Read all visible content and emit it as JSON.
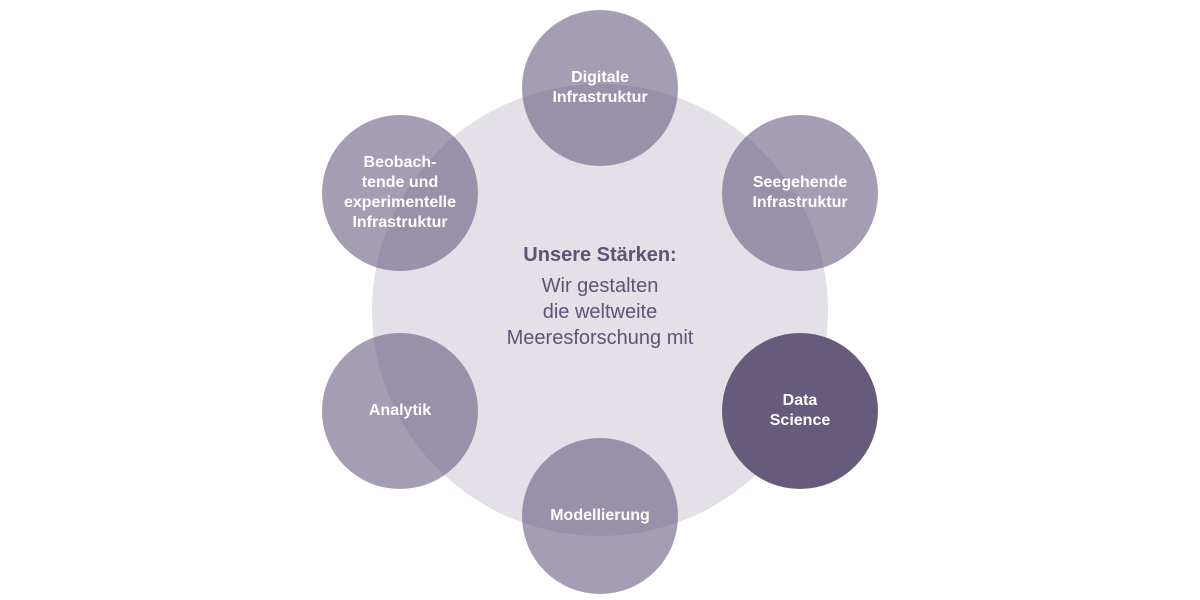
{
  "center": {
    "title": "Unsere Stärken:",
    "lines": [
      "Wir gestalten",
      "die weltweite",
      "Meeresforschung mit"
    ]
  },
  "nodes": [
    {
      "label": "Digitale\nInfrastruktur"
    },
    {
      "label": "Seegehende\nInfrastruktur"
    },
    {
      "label": "Data\nScience",
      "active": true
    },
    {
      "label": "Modellierung"
    },
    {
      "label": "Analytik"
    },
    {
      "label": "Beobach-\ntende und\nexperimentelle\nInfrastruktur"
    }
  ],
  "colors": {
    "background_circle": "#e3e0e7",
    "node": "#9a91a9",
    "active_node": "#675b7c",
    "text": "#5f5478"
  }
}
